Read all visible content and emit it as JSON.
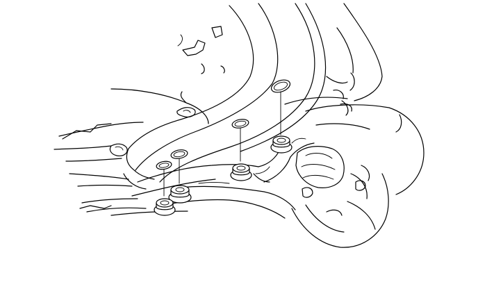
{
  "diagram": {
    "description_visible_text": "",
    "fasteners": [
      {
        "id": "nut-1",
        "kind": "flange-nut"
      },
      {
        "id": "nut-2",
        "kind": "flange-nut"
      },
      {
        "id": "nut-3",
        "kind": "flange-nut"
      },
      {
        "id": "nut-4",
        "kind": "flange-nut"
      },
      {
        "id": "nut-5",
        "kind": "flange-nut"
      }
    ],
    "holes": [
      {
        "id": "hole-1"
      },
      {
        "id": "hole-2"
      },
      {
        "id": "hole-3"
      },
      {
        "id": "hole-4"
      },
      {
        "id": "hole-5"
      }
    ],
    "colors": {
      "line": "#000000",
      "background": "#ffffff"
    }
  }
}
